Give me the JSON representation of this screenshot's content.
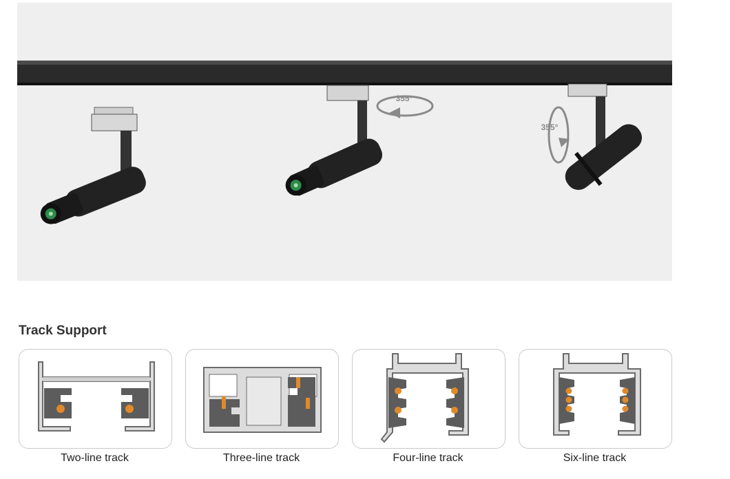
{
  "hero": {
    "rotation_label_1": "355°",
    "rotation_label_2": "355°"
  },
  "section": {
    "title": "Track Support"
  },
  "tracks": [
    {
      "caption": "Two-line track",
      "icon": "two-line-track-profile"
    },
    {
      "caption": "Three-line track",
      "icon": "three-line-track-profile"
    },
    {
      "caption": "Four-line track",
      "icon": "four-line-track-profile"
    },
    {
      "caption": "Six-line track",
      "icon": "six-line-track-profile"
    }
  ],
  "colors": {
    "profile_fill": "#dcdcdc",
    "profile_stroke": "#6b6b6b",
    "insulator": "#5c5c5c",
    "conductor": "#e08a2c",
    "rail": "#2a2a2a"
  }
}
